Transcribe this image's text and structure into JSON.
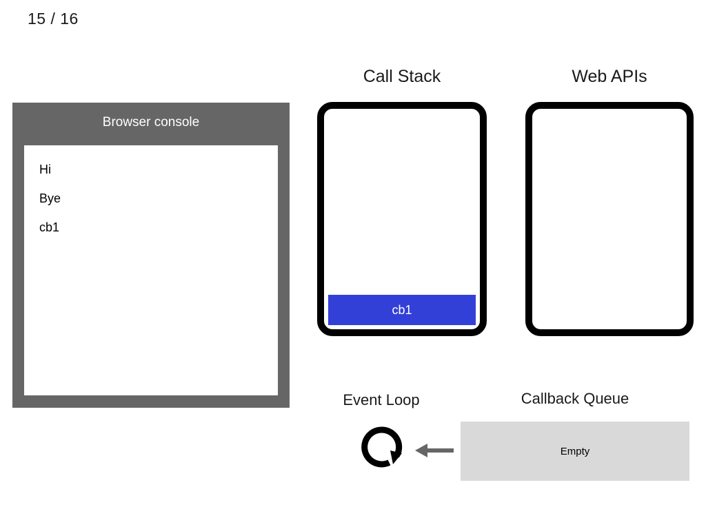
{
  "slide": {
    "counter": "15 / 16",
    "current": 15,
    "total": 16
  },
  "theme": {
    "background": "#ffffff",
    "console_frame": "#666666",
    "console_screen": "#ffffff",
    "stack_border": "#000000",
    "stack_frame_fill": "#3340d8",
    "stack_frame_text": "#ffffff",
    "queue_fill": "#d9d9d9",
    "arrow": "#666666",
    "text": "#1a1a1a"
  },
  "console": {
    "title": "Browser console",
    "lines": [
      "Hi",
      "Bye",
      "cb1"
    ]
  },
  "call_stack": {
    "heading": "Call Stack",
    "frames": [
      {
        "label": "cb1"
      }
    ]
  },
  "web_apis": {
    "heading": "Web APIs",
    "items": []
  },
  "event_loop": {
    "heading": "Event Loop",
    "icon": "circular-arrow-icon"
  },
  "flow_arrow": {
    "icon": "arrow-left-icon",
    "direction": "left"
  },
  "callback_queue": {
    "heading": "Callback Queue",
    "status": "Empty",
    "items": []
  }
}
